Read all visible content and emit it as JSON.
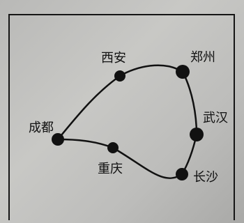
{
  "cities": [
    {
      "id": "xian",
      "label": "西安"
    },
    {
      "id": "zhengzhou",
      "label": "郑州"
    },
    {
      "id": "chengdu",
      "label": "成都"
    },
    {
      "id": "wuhan",
      "label": "武汉"
    },
    {
      "id": "chongqing",
      "label": "重庆"
    },
    {
      "id": "changsha",
      "label": "长沙"
    }
  ],
  "routes": [
    [
      "chengdu",
      "xian"
    ],
    [
      "xian",
      "zhengzhou"
    ],
    [
      "zhengzhou",
      "wuhan"
    ],
    [
      "wuhan",
      "changsha"
    ],
    [
      "changsha",
      "chongqing"
    ],
    [
      "chongqing",
      "chengdu"
    ]
  ]
}
